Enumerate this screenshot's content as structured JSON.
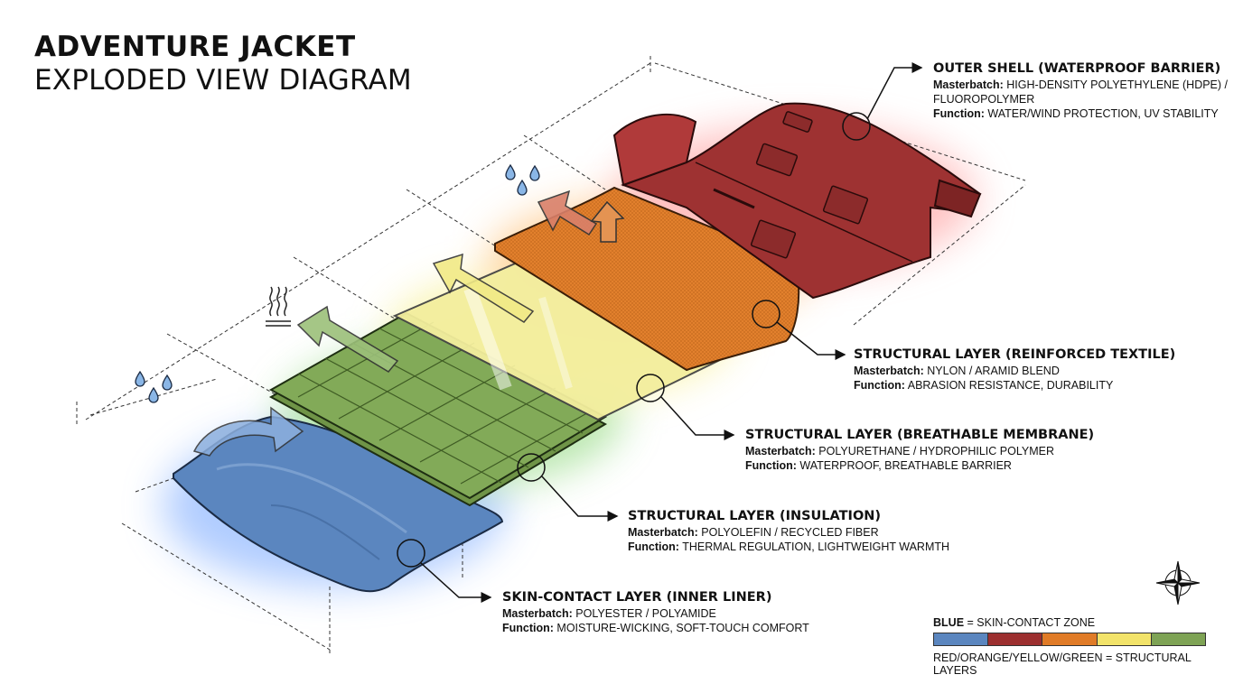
{
  "title": {
    "line1": "ADVENTURE JACKET",
    "line2": "EXPLODED VIEW DIAGRAM"
  },
  "field_masterbatch": "Masterbatch:",
  "field_function": "Function:",
  "layers": [
    {
      "heading": "OUTER SHELL (WATERPROOF BARRIER)",
      "masterbatch": "HIGH-DENSITY POLYETHYLENE (HDPE) /",
      "masterbatch_cont": "FLUOROPOLYMER",
      "function": "WATER/WIND PROTECTION, UV STABILITY",
      "color": "#9c2f2f"
    },
    {
      "heading": "STRUCTURAL LAYER (REINFORCED TEXTILE)",
      "masterbatch": "NYLON / ARAMID BLEND",
      "function": "ABRASION RESISTANCE, DURABILITY",
      "color": "#e07b27"
    },
    {
      "heading": "STRUCTURAL LAYER (BREATHABLE MEMBRANE)",
      "masterbatch": "POLYURETHANE / HYDROPHILIC POLYMER",
      "function": "WATERPROOF, BREATHABLE BARRIER",
      "color": "#f2ec9a"
    },
    {
      "heading": "STRUCTURAL LAYER (INSULATION)",
      "masterbatch": "POLYOLEFIN / RECYCLED FIBER",
      "function": "THERMAL REGULATION, LIGHTWEIGHT WARMTH",
      "color": "#7ea355"
    },
    {
      "heading": "SKIN-CONTACT LAYER (INNER LINER)",
      "masterbatch": "POLYESTER / POLYAMIDE",
      "function": "MOISTURE-WICKING, SOFT-TOUCH COMFORT",
      "color": "#5b86bf"
    }
  ],
  "legend": {
    "blue_word": "BLUE",
    "blue_text": " = SKIN-CONTACT ZONE",
    "structural_text": "RED/ORANGE/YELLOW/GREEN = STRUCTURAL LAYERS",
    "colors": [
      "#5b86bf",
      "#9c2f2f",
      "#e07b27",
      "#f2e36a",
      "#7ea355"
    ]
  }
}
